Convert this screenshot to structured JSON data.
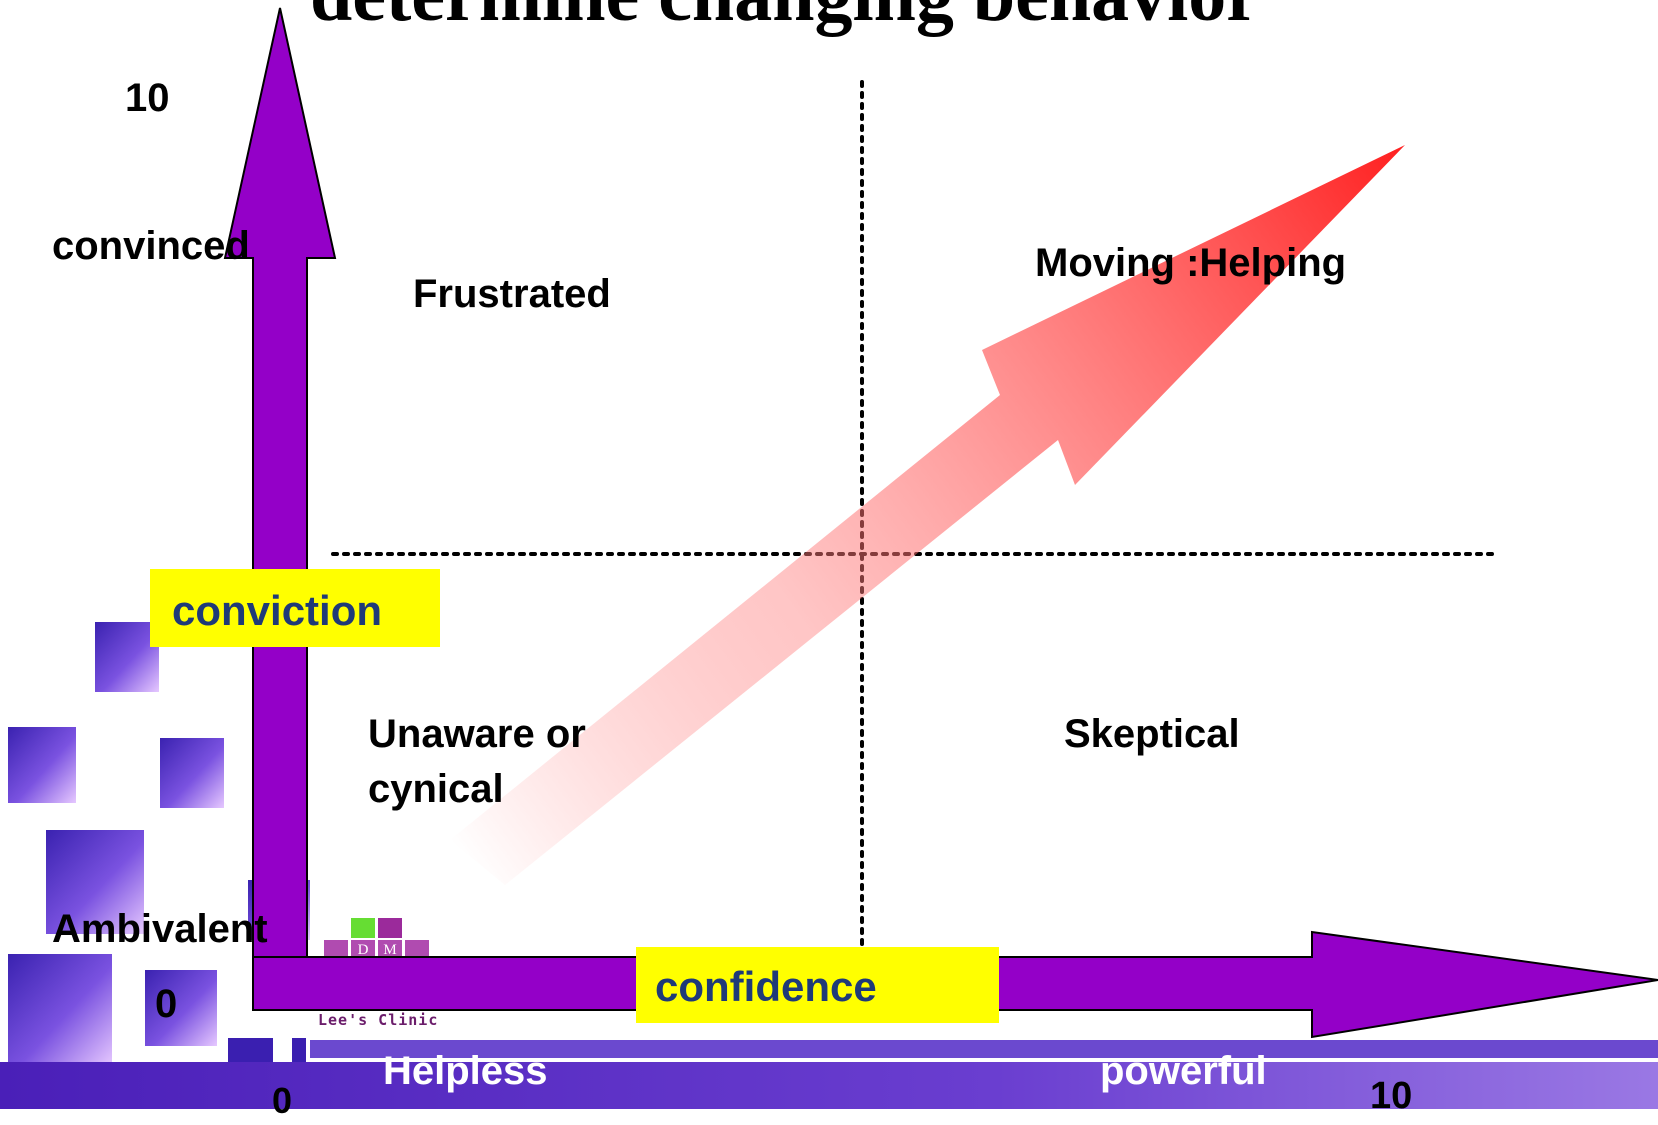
{
  "title": "determine changing behavior",
  "axes": {
    "y_top_value": "10",
    "y_top_label": "convinced",
    "y_bottom_label": "Ambivalent",
    "y_origin_value": "0",
    "x_origin_value": "0",
    "x_left_label": "Helpless",
    "x_right_label": "powerful",
    "x_right_value": "10",
    "y_axis_name": "conviction",
    "x_axis_name": "confidence"
  },
  "quadrants": {
    "top_left": "Frustrated",
    "top_right": "Moving :Helping",
    "bottom_left_line1": "Unaware or",
    "bottom_left_line2": "cynical",
    "bottom_right": "Skeptical"
  },
  "logo": {
    "letter_d": "D",
    "letter_m": "M",
    "caption": "Lee's Clinic"
  },
  "colors": {
    "axis_arrow": "#9400c8",
    "highlight": "#ffff00",
    "highlight_text": "#1f3a78",
    "progress_arrow": "#ff2a2a",
    "footer_band": "#5a2fc0"
  }
}
